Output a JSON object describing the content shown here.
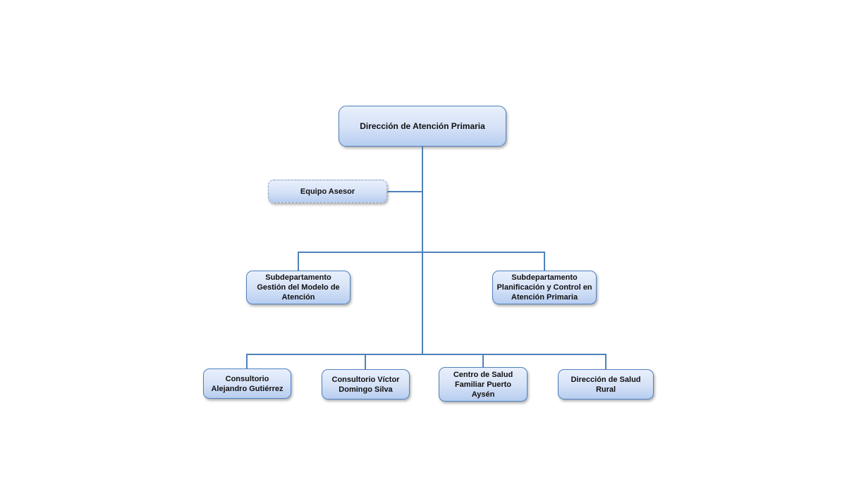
{
  "diagram": {
    "type": "org-chart",
    "nodes": {
      "root": {
        "lines": [
          "Dirección de Atención Primaria"
        ]
      },
      "advisor": {
        "lines": [
          "Equipo Asesor"
        ],
        "border_style": "dashed"
      },
      "sub_gestion": {
        "lines": [
          "Subdepartamento",
          "Gestión del Modelo de",
          "Atención"
        ]
      },
      "sub_planificacion": {
        "lines": [
          "Subdepartamento",
          "Planificación y Control en",
          "Atención Primaria"
        ]
      },
      "consultorio_gutierrez": {
        "lines": [
          "Consultorio",
          "Alejandro Gutiérrez"
        ]
      },
      "consultorio_silva": {
        "lines": [
          "Consultorio Víctor",
          "Domingo Silva"
        ]
      },
      "cesfam_puerto_aysen": {
        "lines": [
          "Centro de Salud",
          "Familiar Puerto",
          "Aysén"
        ]
      },
      "salud_rural": {
        "lines": [
          "Dirección de Salud",
          "Rural"
        ]
      }
    }
  },
  "colors": {
    "node_border": "#4f81bd",
    "node_fill_top": "#e9f0fc",
    "node_fill_mid": "#d6e2f7",
    "node_fill_bottom": "#b7cdf0",
    "connector": "#4f81bd",
    "advisor_border": "#93a5be",
    "text": "#111111",
    "background": "#ffffff"
  }
}
